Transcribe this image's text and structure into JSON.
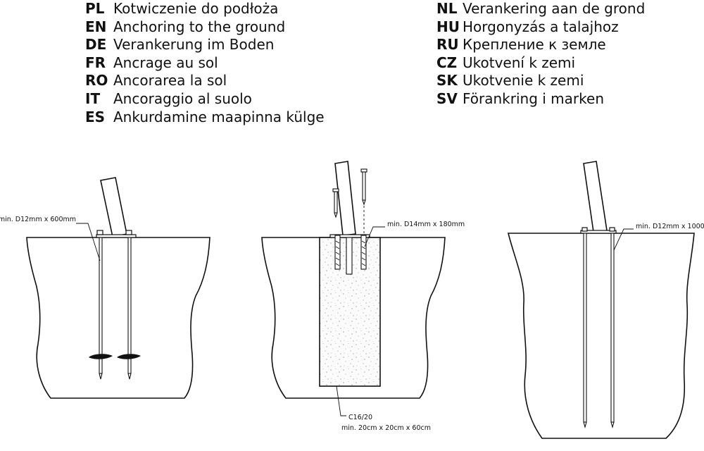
{
  "legend": {
    "left": [
      {
        "code": "PL",
        "text": "Kotwiczenie do podłoża"
      },
      {
        "code": "EN",
        "text": "Anchoring to the ground"
      },
      {
        "code": "DE",
        "text": "Verankerung im Boden"
      },
      {
        "code": "FR",
        "text": "Ancrage au sol"
      },
      {
        "code": "RO",
        "text": "Ancorarea la sol"
      },
      {
        "code": "IT",
        "text": "Ancoraggio al suolo"
      },
      {
        "code": "ES",
        "text": "Ankurdamine maapinna külge"
      }
    ],
    "right": [
      {
        "code": "NL",
        "text": "Verankering aan de grond"
      },
      {
        "code": "HU",
        "text": "Horgonyzás a talajhoz"
      },
      {
        "code": "RU",
        "text": "Крепление к земле"
      },
      {
        "code": "CZ",
        "text": "Ukotvení k zemi"
      },
      {
        "code": "SK",
        "text": "Ukotvenie k zemi"
      },
      {
        "code": "SV",
        "text": "Förankring i marken"
      }
    ]
  },
  "diagrams": {
    "ground_screws": {
      "label": "min. D12mm x  600mm"
    },
    "concrete": {
      "anchor_label": "min. D14mm x 180mm",
      "concrete_grade": "C16/20",
      "block_size": "min. 20cm x 20cm x 60cm"
    },
    "rods": {
      "label": "min. D12mm x 1000"
    }
  }
}
